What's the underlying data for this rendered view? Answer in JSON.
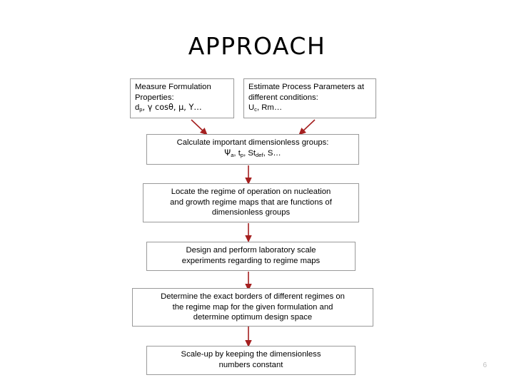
{
  "slide": {
    "title": "APPROACH",
    "page_number": "6",
    "background_color": "#ffffff",
    "box_border_color": "#9a9a9a",
    "arrow_color": "#a52020",
    "text_color": "#000000",
    "page_number_color": "#bfbfbf"
  },
  "flowchart": {
    "type": "process-flow",
    "orientation": "top-to-bottom",
    "boxes": [
      {
        "id": "measure-formulation-properties",
        "align": "left",
        "lines": [
          "Measure Formulation",
          "Properties:",
          "d_p, γ cosθ, μ, Y…"
        ],
        "line1": "Measure Formulation",
        "line2": "Properties:",
        "line3_prefix": "d",
        "line3_sub": "p",
        "line3_rest": ", γ cosθ, μ, Y…"
      },
      {
        "id": "estimate-process-parameters",
        "align": "left",
        "lines": [
          "Estimate Process Parameters at",
          "different conditions:",
          "U_c, Rm…"
        ],
        "line1": "Estimate Process Parameters at",
        "line2": "different conditions:",
        "line3_prefix": "U",
        "line3_sub": "c",
        "line3_rest": ", Rm…"
      },
      {
        "id": "calculate-dimensionless-groups",
        "align": "center",
        "lines": [
          "Calculate important  dimensionless groups:",
          "Ψ_a, t_p, St_def, S…"
        ],
        "line1": "Calculate important  dimensionless groups:",
        "line2_p1": "Ψ",
        "line2_s1": "a",
        "line2_p2": ", t",
        "line2_s2": "p",
        "line2_p3": ", St",
        "line2_s3": "def",
        "line2_p4": ", S…"
      },
      {
        "id": "locate-regime-of-operation",
        "align": "center",
        "lines": [
          "Locate the regime of operation on nucleation",
          "and growth regime maps that are functions of",
          "dimensionless groups"
        ],
        "line1": "Locate the regime of operation on nucleation",
        "line2": "and growth regime maps that are functions of",
        "line3": "dimensionless groups"
      },
      {
        "id": "design-lab-scale-experiments",
        "align": "center",
        "lines": [
          "Design and perform laboratory scale",
          "experiments regarding to regime maps"
        ],
        "line1": "Design and perform laboratory scale",
        "line2": "experiments regarding to regime maps"
      },
      {
        "id": "determine-exact-borders",
        "align": "center",
        "lines": [
          "Determine the exact borders of different regimes on",
          "the regime map for the given formulation  and",
          "determine optimum design space"
        ],
        "line1": "Determine the exact borders of different regimes on",
        "line2": "the regime map for the given formulation  and",
        "line3": "determine optimum design space"
      },
      {
        "id": "scale-up-dimensionless-numbers",
        "align": "center",
        "lines": [
          "Scale-up by keeping the dimensionless",
          "numbers constant"
        ],
        "line1": "Scale-up by keeping the dimensionless",
        "line2": "numbers constant"
      }
    ],
    "connectors": [
      {
        "id": "arrow-formulation-to-calculate",
        "shape": "diagonal-down-right"
      },
      {
        "id": "arrow-process-to-calculate",
        "shape": "diagonal-down-left"
      },
      {
        "id": "arrow-calculate-to-locate",
        "shape": "vertical-down"
      },
      {
        "id": "arrow-locate-to-design",
        "shape": "vertical-down"
      },
      {
        "id": "arrow-design-to-determine",
        "shape": "vertical-down"
      },
      {
        "id": "arrow-determine-to-scaleup",
        "shape": "vertical-down"
      }
    ]
  }
}
